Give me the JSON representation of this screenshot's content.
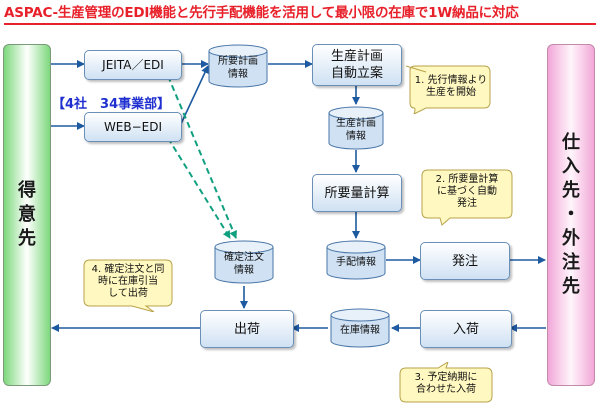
{
  "title": "ASPAC-生産管理のEDI機能と先行手配機能を活用して最小限の在庫で1W納品に対応",
  "left_entity": "得意先",
  "right_entity": [
    "仕",
    "入",
    "先",
    "・",
    "外",
    "注",
    "先"
  ],
  "customers_label": "【4社　34事業部】",
  "boxes": {
    "jeita_edi": "JEITA／EDI",
    "web_edi": "WEB−EDI",
    "auto_plan": [
      "生産計画",
      "自動立案"
    ],
    "mrp": "所要量計算",
    "order": "発注",
    "ship": "出荷",
    "receive": "入荷"
  },
  "cylinders": {
    "requirement_plan": [
      "所要計画",
      "情報"
    ],
    "production_plan": [
      "生産計画",
      "情報"
    ],
    "confirmed_order": [
      "確定注文",
      "情報"
    ],
    "arrangement": "手配情報",
    "inventory": "在庫情報"
  },
  "notes": {
    "note1": [
      "1. 先行情報より",
      "生産を開始"
    ],
    "note2": [
      "2. 所要量計算",
      "に基づく自動",
      "発注"
    ],
    "note3": [
      "3. 予定納期に",
      "合わせた入荷"
    ],
    "note4": [
      "4. 確定注文と同",
      "時に在庫引当",
      "して出荷"
    ]
  },
  "colors": {
    "title": "#e8202a",
    "arrow": "#1e5aa0",
    "dashed": "#10a080",
    "label": "#2030d0"
  }
}
